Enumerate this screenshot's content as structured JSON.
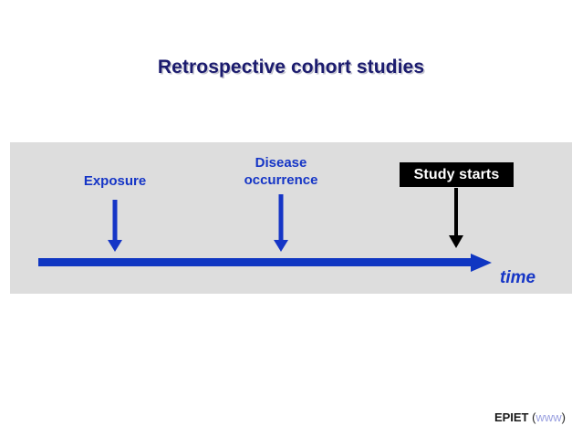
{
  "slide": {
    "title": "Retrospective cohort studies",
    "background_color": "#ffffff",
    "title_color": "#1b1b6e"
  },
  "diagram": {
    "panel_color": "#dddddd",
    "timeline": {
      "color": "#0f36c2",
      "axis_label": "time",
      "axis_label_color": "#1535c6"
    },
    "events": [
      {
        "id": "exposure",
        "label": "Exposure",
        "label_color": "#1535c6",
        "arrow_color": "#1535c6",
        "style": "blue"
      },
      {
        "id": "disease-occurrence",
        "label": "Disease\noccurrence",
        "label_color": "#1535c6",
        "arrow_color": "#1535c6",
        "style": "blue"
      },
      {
        "id": "study-starts",
        "label": "Study starts",
        "label_color": "#ffffff",
        "box_color": "#000000",
        "arrow_color": "#000000",
        "style": "boxed-black"
      }
    ]
  },
  "footer": {
    "org": "EPIET",
    "open_paren": "(",
    "link": "www",
    "close_paren": ")",
    "link_color": "#9aa0e0"
  }
}
